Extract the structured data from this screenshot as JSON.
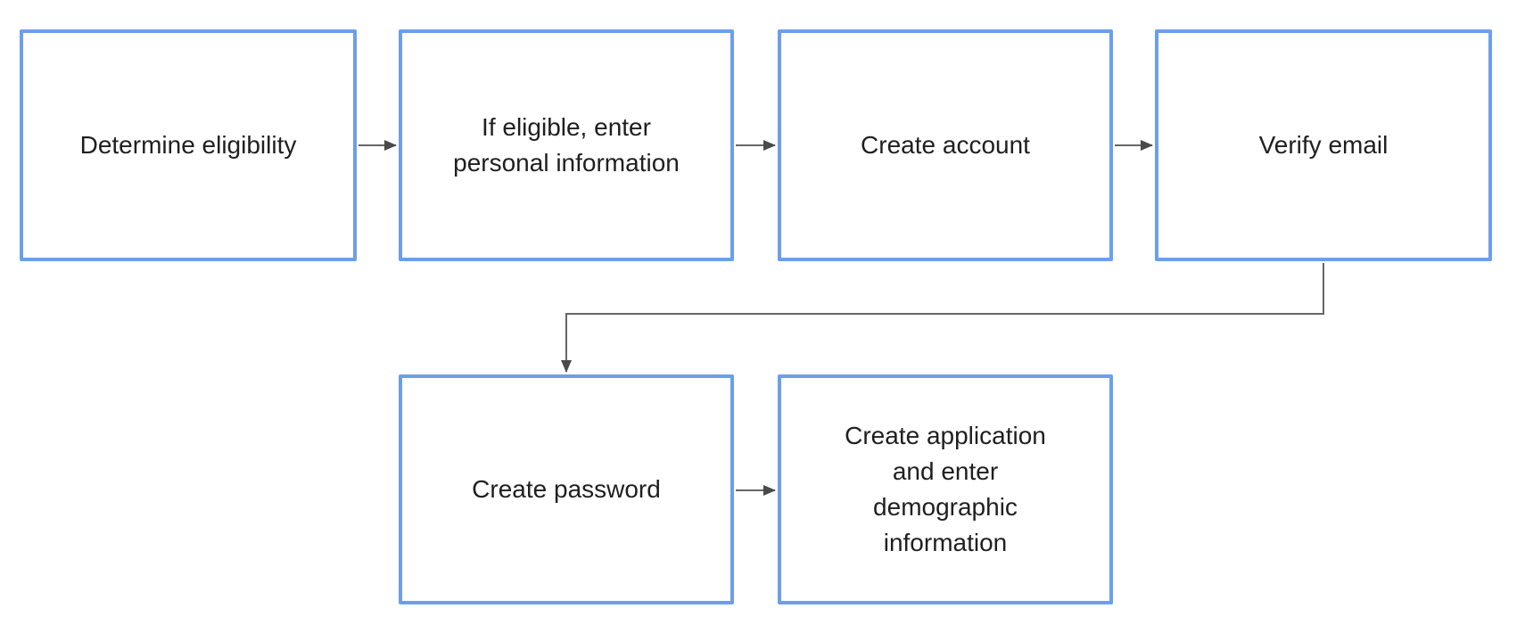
{
  "diagram": {
    "type": "flowchart",
    "colors": {
      "background": "#ffffff",
      "node_fill": "#ffffff",
      "node_border": "#6d9eeb",
      "connector_line": "#666666",
      "connector_arrowhead": "#4a4a4a",
      "text": "#1f1f1f"
    },
    "nodes": [
      {
        "id": "determine-eligibility",
        "label": "Determine eligibility"
      },
      {
        "id": "enter-personal-information",
        "label": "If eligible, enter\npersonal information"
      },
      {
        "id": "create-account",
        "label": "Create account"
      },
      {
        "id": "verify-email",
        "label": "Verify email"
      },
      {
        "id": "create-password",
        "label": "Create password"
      },
      {
        "id": "create-application",
        "label": "Create application\nand enter\ndemographic\ninformation"
      }
    ],
    "edges": [
      {
        "from": "determine-eligibility",
        "to": "enter-personal-information",
        "style": "straight-right"
      },
      {
        "from": "enter-personal-information",
        "to": "create-account",
        "style": "straight-right"
      },
      {
        "from": "create-account",
        "to": "verify-email",
        "style": "straight-right"
      },
      {
        "from": "verify-email",
        "to": "create-password",
        "style": "elbow-down-left-down"
      },
      {
        "from": "create-password",
        "to": "create-application",
        "style": "straight-right"
      }
    ]
  }
}
